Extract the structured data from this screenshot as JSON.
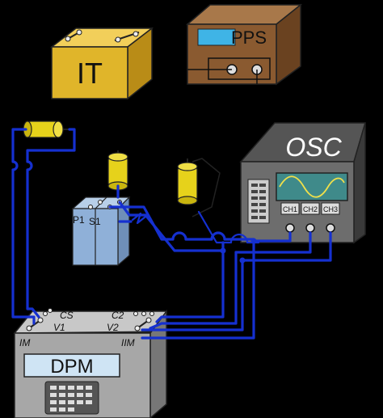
{
  "devices": {
    "it": {
      "label": "IT",
      "color": "#e0b52a"
    },
    "pps": {
      "label": "PPS",
      "color": "#8a5a30"
    },
    "osc": {
      "label": "OSC",
      "color": "#6d6d6d",
      "channels": [
        "CH1",
        "CH2",
        "CH3"
      ],
      "screen_color": "#3f8a8a"
    },
    "dpm": {
      "label": "DPM",
      "color": "#a7a7a7",
      "terminals": [
        "CS",
        "V1",
        "IM",
        "C2",
        "V2",
        "IIM"
      ]
    }
  },
  "components": {
    "s1_unit": {
      "labels": [
        "P1",
        "S1"
      ],
      "color": "#8fb0d8"
    },
    "probe_color": "#e6d21b"
  },
  "wiring": {
    "wire_color": "#1530d0"
  }
}
